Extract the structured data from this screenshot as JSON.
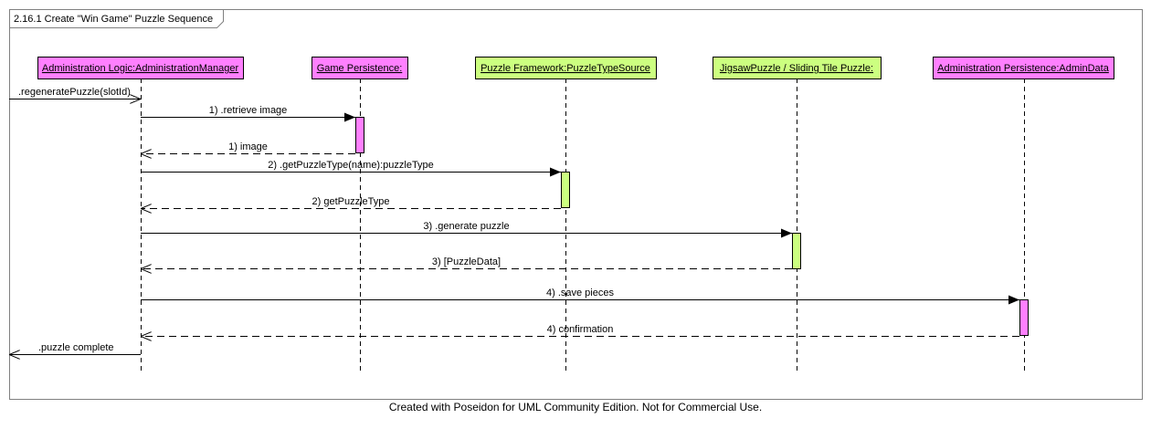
{
  "frame": {
    "title": "2.16.1 Create \"Win Game\" Puzzle Sequence"
  },
  "colors": {
    "magenta": "#ff80ff",
    "green": "#ccff80",
    "line": "#000000",
    "frame_border": "#808080"
  },
  "lifelines": [
    {
      "id": "admin-mgr",
      "label": "Administration Logic:AdministrationManager",
      "color": "magenta"
    },
    {
      "id": "game-persistence",
      "label": "Game Persistence:",
      "color": "magenta"
    },
    {
      "id": "puzzle-type-source",
      "label": "Puzzle Framework:PuzzleTypeSource",
      "color": "green"
    },
    {
      "id": "puzzle-impl",
      "label": "JigsawPuzzle / Sliding Tile Puzzle:",
      "color": "green"
    },
    {
      "id": "admin-data",
      "label": "Administration Persistence:AdminData",
      "color": "magenta"
    }
  ],
  "messages": [
    {
      "label": ".regeneratePuzzle(slotId)",
      "from": "outside",
      "to": "admin-mgr",
      "kind": "async"
    },
    {
      "label": "1) .retrieve image",
      "from": "admin-mgr",
      "to": "game-persistence",
      "kind": "call"
    },
    {
      "label": "1) image",
      "from": "game-persistence",
      "to": "admin-mgr",
      "kind": "return"
    },
    {
      "label": "2) .getPuzzleType(name):puzzleType",
      "from": "admin-mgr",
      "to": "puzzle-type-source",
      "kind": "call"
    },
    {
      "label": "2) getPuzzleType",
      "from": "puzzle-type-source",
      "to": "admin-mgr",
      "kind": "return"
    },
    {
      "label": "3) .generate puzzle",
      "from": "admin-mgr",
      "to": "puzzle-impl",
      "kind": "call"
    },
    {
      "label": "3) [PuzzleData]",
      "from": "puzzle-impl",
      "to": "admin-mgr",
      "kind": "return"
    },
    {
      "label": "4) .save pieces",
      "from": "admin-mgr",
      "to": "admin-data",
      "kind": "call"
    },
    {
      "label": "4) confirmation",
      "from": "admin-data",
      "to": "admin-mgr",
      "kind": "return"
    },
    {
      "label": ".puzzle complete",
      "from": "admin-mgr",
      "to": "outside",
      "kind": "async"
    }
  ],
  "footer": "Created with Poseidon for UML Community Edition. Not for Commercial Use."
}
